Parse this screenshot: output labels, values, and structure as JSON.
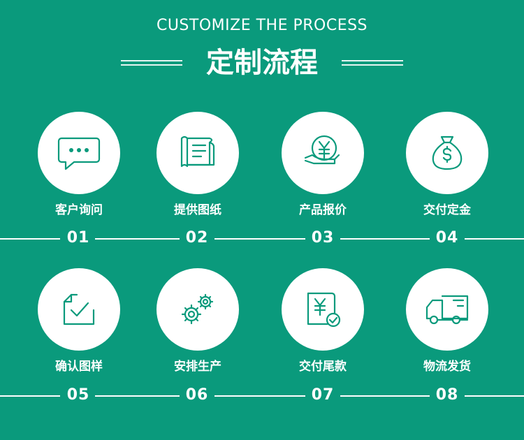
{
  "header": {
    "subtitle": "CUSTOMIZE THE PROCESS",
    "title": "定制流程"
  },
  "steps": [
    {
      "label": "客户询问",
      "number": "01",
      "icon": "chat-bubble-icon"
    },
    {
      "label": "提供图纸",
      "number": "02",
      "icon": "blueprint-scroll-icon"
    },
    {
      "label": "产品报价",
      "number": "03",
      "icon": "yen-quote-icon"
    },
    {
      "label": "交付定金",
      "number": "04",
      "icon": "money-bag-icon"
    },
    {
      "label": "确认图样",
      "number": "05",
      "icon": "check-document-icon"
    },
    {
      "label": "安排生产",
      "number": "06",
      "icon": "gears-icon"
    },
    {
      "label": "交付尾款",
      "number": "07",
      "icon": "yen-receipt-icon"
    },
    {
      "label": "物流发货",
      "number": "08",
      "icon": "delivery-truck-icon"
    }
  ],
  "colors": {
    "background": "#0a9a7c",
    "circle": "#ffffff",
    "icon": "#0a9a7c",
    "text": "#ffffff"
  }
}
